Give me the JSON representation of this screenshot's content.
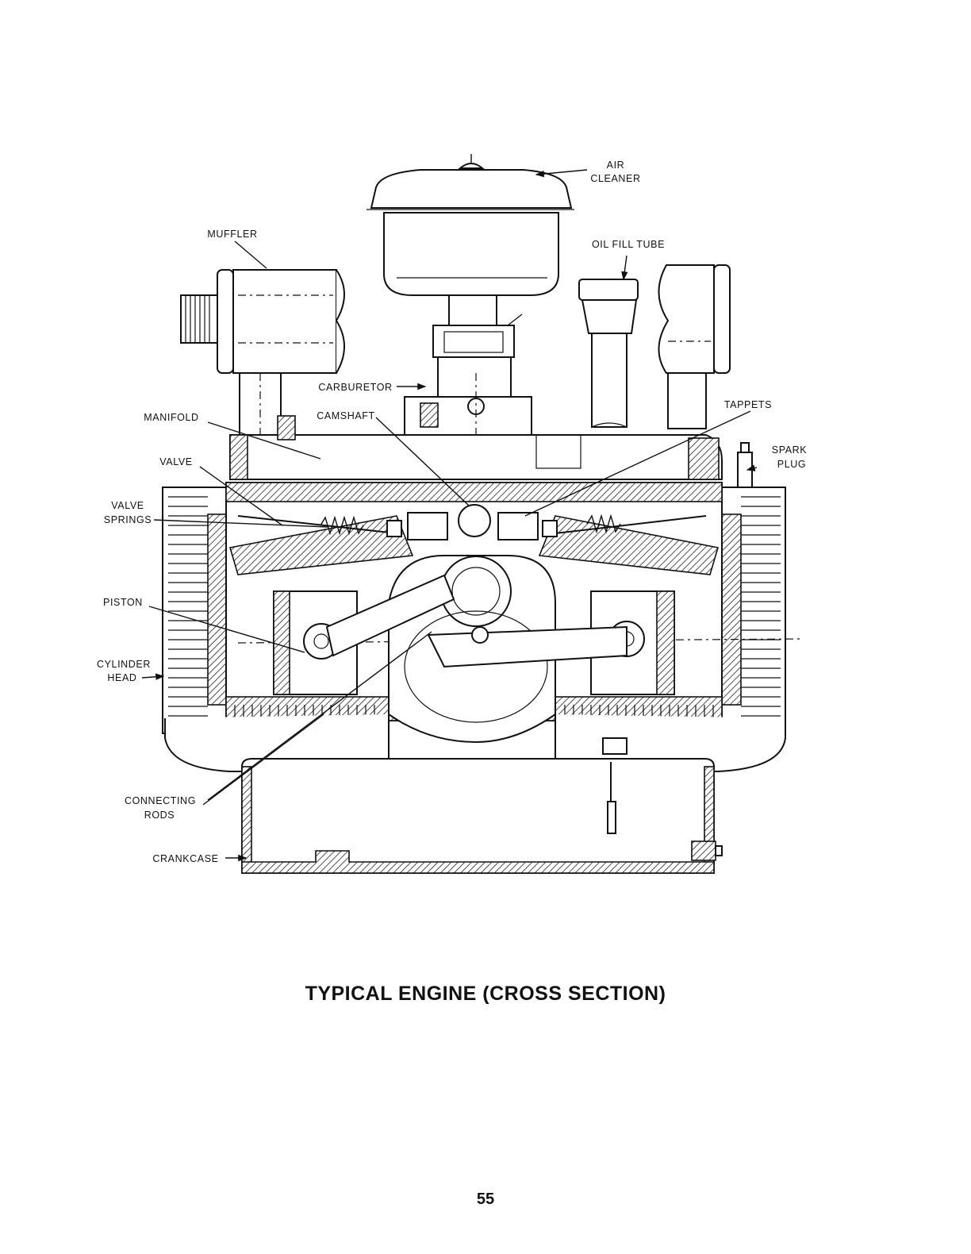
{
  "labels": {
    "air_cleaner": [
      "AIR",
      "CLEANER"
    ],
    "muffler": "MUFFLER",
    "oil_fill_tube": "OIL FILL TUBE",
    "carburetor": "CARBURETOR",
    "camshaft": "CAMSHAFT",
    "manifold": "MANIFOLD",
    "tappets": "TAPPETS",
    "spark_plug": [
      "SPARK",
      "PLUG"
    ],
    "valve": "VALVE",
    "valve_springs": [
      "VALVE",
      "SPRINGS"
    ],
    "piston": "PISTON",
    "cylinder_head": [
      "CYLINDER",
      "HEAD"
    ],
    "connecting_rods": [
      "CONNECTING",
      "RODS"
    ],
    "crankcase": "CRANKCASE"
  },
  "caption": "TYPICAL ENGINE (CROSS SECTION)",
  "page_number": "55"
}
